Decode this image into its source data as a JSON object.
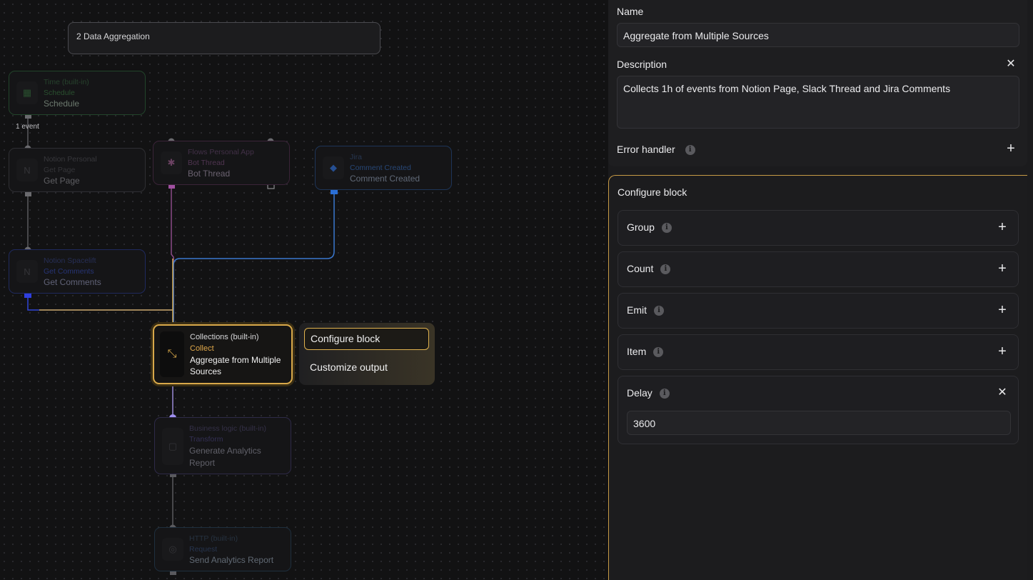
{
  "canvas": {
    "group_title": "2 Data Aggregation",
    "edge_label": "1 event",
    "nodes": {
      "time": {
        "source": "Time (built-in)",
        "action": "Schedule",
        "name": "Schedule"
      },
      "notion_personal": {
        "source": "Notion Personal",
        "action": "Get Page",
        "name": "Get Page"
      },
      "flows": {
        "source": "Flows Personal App",
        "action": "Bot Thread",
        "name": "Bot Thread"
      },
      "jira": {
        "source": "Jira",
        "action": "Comment Created",
        "name": "Comment Created"
      },
      "notion_spacelift": {
        "source": "Notion Spacelift",
        "action": "Get Comments",
        "name": "Get Comments"
      },
      "collections": {
        "source": "Collections (built-in)",
        "action": "Collect",
        "name": "Aggregate from Multiple Sources"
      },
      "business": {
        "source": "Business logic (built-in)",
        "action": "Transform",
        "name": "Generate Analytics Report"
      },
      "http": {
        "source": "HTTP (built-in)",
        "action": "Request",
        "name": "Send Analytics Report"
      }
    },
    "popover": {
      "configure": "Configure block",
      "customize": "Customize output"
    }
  },
  "panel": {
    "name_label": "Name",
    "name_value": "Aggregate from Multiple Sources",
    "description_label": "Description",
    "description_value": "Collects 1h of events from Notion Page, Slack Thread and Jira Comments",
    "error_handler_label": "Error handler",
    "configure_title": "Configure block",
    "rows": [
      {
        "label": "Group"
      },
      {
        "label": "Count"
      },
      {
        "label": "Emit"
      },
      {
        "label": "Item"
      },
      {
        "label": "Delay",
        "value": "3600"
      }
    ]
  },
  "colors": {
    "accent": "#d9a94a",
    "jira_blue": "#2a6fd6",
    "purple_wire": "#9a5aa0",
    "notion_blue": "#3a4be0"
  },
  "icons": {
    "info": "info-icon",
    "add": "plus-icon",
    "close": "close-icon"
  }
}
